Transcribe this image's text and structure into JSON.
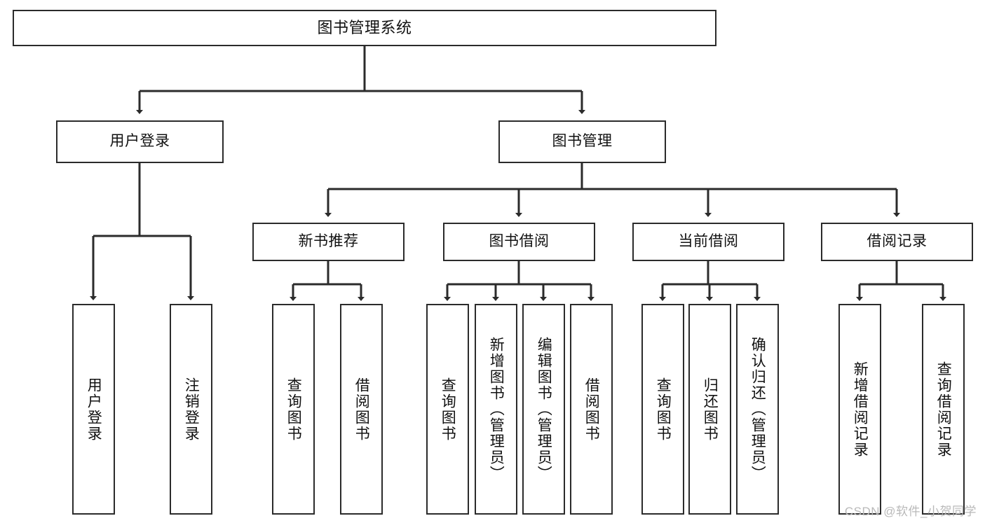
{
  "diagram": {
    "title": "图书管理系统",
    "watermark": "CSDN @软件_小贺同学",
    "stroke_color": "#2b2b2b",
    "background_color": "#ffffff",
    "text_color": "#111111",
    "watermark_color": "#b9b9b9",
    "levels": {
      "root": {
        "label": "图书管理系统"
      },
      "level2": [
        {
          "label": "用户登录"
        },
        {
          "label": "图书管理"
        }
      ],
      "level3": [
        {
          "label": "新书推荐"
        },
        {
          "label": "图书借阅"
        },
        {
          "label": "当前借阅"
        },
        {
          "label": "借阅记录"
        }
      ],
      "leaves": {
        "user_login": [
          {
            "label": "用户登录"
          },
          {
            "label": "注销登录"
          }
        ],
        "new_book_recommend": [
          {
            "label": "查询图书"
          },
          {
            "label": "借阅图书"
          }
        ],
        "book_borrow": [
          {
            "label": "查询图书"
          },
          {
            "label": "新增图书（管理员）"
          },
          {
            "label": "编辑图书（管理员）"
          },
          {
            "label": "借阅图书"
          }
        ],
        "current_borrow": [
          {
            "label": "查询图书"
          },
          {
            "label": "归还图书"
          },
          {
            "label": "确认归还（管理员）"
          }
        ],
        "borrow_record": [
          {
            "label": "新增借阅记录"
          },
          {
            "label": "查询借阅记录"
          }
        ]
      }
    }
  }
}
